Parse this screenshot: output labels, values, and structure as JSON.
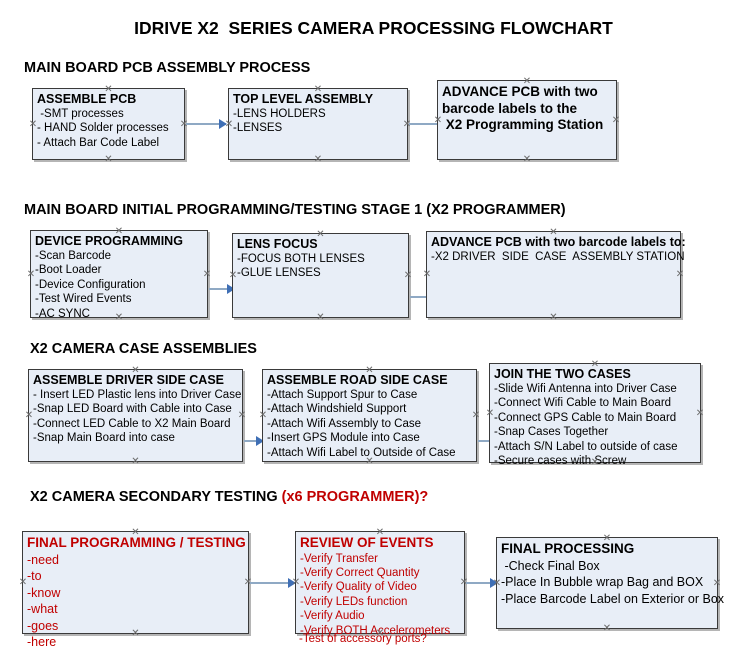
{
  "title": "IDRIVE X2  SERIES CAMERA PROCESSING FLOWCHART",
  "colors": {
    "node_fill": "#e8eef7",
    "node_border": "#3a3a3a",
    "connector": "#8fa9c4",
    "arrowhead": "#3f6fb5",
    "red_text": "#c00000",
    "text": "#000000"
  },
  "sections": [
    {
      "heading": "MAIN BOARD PCB ASSEMBLY PROCESS",
      "heading_red": "",
      "nodes": [
        {
          "title": "ASSEMBLE PCB",
          "lines": [
            " -SMT processes",
            "- HAND Solder processes",
            "- Attach Bar Code Label"
          ],
          "red": false
        },
        {
          "title": "TOP LEVEL ASSEMBLY",
          "lines": [
            "-LENS HOLDERS",
            "-LENSES"
          ],
          "red": false
        },
        {
          "title": "ADVANCE PCB with two",
          "lines": [
            "barcode labels to the",
            " X2 Programming Station"
          ],
          "red": false
        }
      ]
    },
    {
      "heading": "MAIN BOARD INITIAL PROGRAMMING/TESTING STAGE 1 (X2 PROGRAMMER)",
      "heading_red": "",
      "nodes": [
        {
          "title": "DEVICE PROGRAMMING",
          "lines": [
            "-Scan Barcode",
            "-Boot Loader",
            "-Device Configuration",
            "-Test Wired Events",
            "-AC SYNC"
          ],
          "red": false
        },
        {
          "title": "LENS FOCUS",
          "lines": [
            "-FOCUS BOTH LENSES",
            "-GLUE LENSES"
          ],
          "red": false
        },
        {
          "title": "ADVANCE PCB with two barcode labels to:",
          "lines": [
            "-X2 DRIVER  SIDE  CASE  ASSEMBLY STATION"
          ],
          "red": false
        }
      ]
    },
    {
      "heading": "X2 CAMERA CASE ASSEMBLIES",
      "heading_red": "",
      "nodes": [
        {
          "title": "ASSEMBLE DRIVER SIDE CASE",
          "lines": [
            "- Insert LED Plastic lens into Driver Case",
            "-Snap LED Board with Cable into Case",
            "-Connect LED Cable to X2 Main Board",
            "-Snap Main Board into case"
          ],
          "red": false
        },
        {
          "title": "ASSEMBLE ROAD SIDE CASE",
          "lines": [
            "-Attach Support Spur to Case",
            "-Attach Windshield Support",
            "-Attach Wifi Assembly to Case",
            "-Insert GPS Module into Case",
            "-Attach Wifi Label to Outside of Case"
          ],
          "red": false
        },
        {
          "title": "JOIN THE TWO CASES",
          "lines": [
            "-Slide Wifi Antenna into Driver Case",
            "-Connect Wifi Cable to Main Board",
            "-Connect GPS Cable to Main Board",
            "-Snap Cases Together",
            "-Attach S/N Label to outside of case",
            "-Secure cases with Screw"
          ],
          "red": false
        }
      ]
    },
    {
      "heading": "X2 CAMERA SECONDARY TESTING ",
      "heading_red": "(x6 PROGRAMMER)?",
      "nodes": [
        {
          "title": "FINAL PROGRAMMING / TESTING",
          "lines": [
            "-need",
            "-to",
            "-know",
            "-what",
            "-goes",
            "-here"
          ],
          "red": true
        },
        {
          "title": "REVIEW OF EVENTS",
          "lines": [
            "-Verify Transfer",
            "-Verify Correct Quantity",
            "-Verify Quality of Video",
            "-Verify LEDs function",
            "-Verify Audio",
            "-Verify BOTH Accelerometers"
          ],
          "overflow_line": "-Test of accessory ports?",
          "red": true
        },
        {
          "title": "FINAL PROCESSING",
          "lines": [
            " -Check Final Box",
            "-Place In Bubble wrap Bag and BOX",
            "-Place Barcode Label on Exterior or Box"
          ],
          "red": false
        }
      ]
    }
  ]
}
